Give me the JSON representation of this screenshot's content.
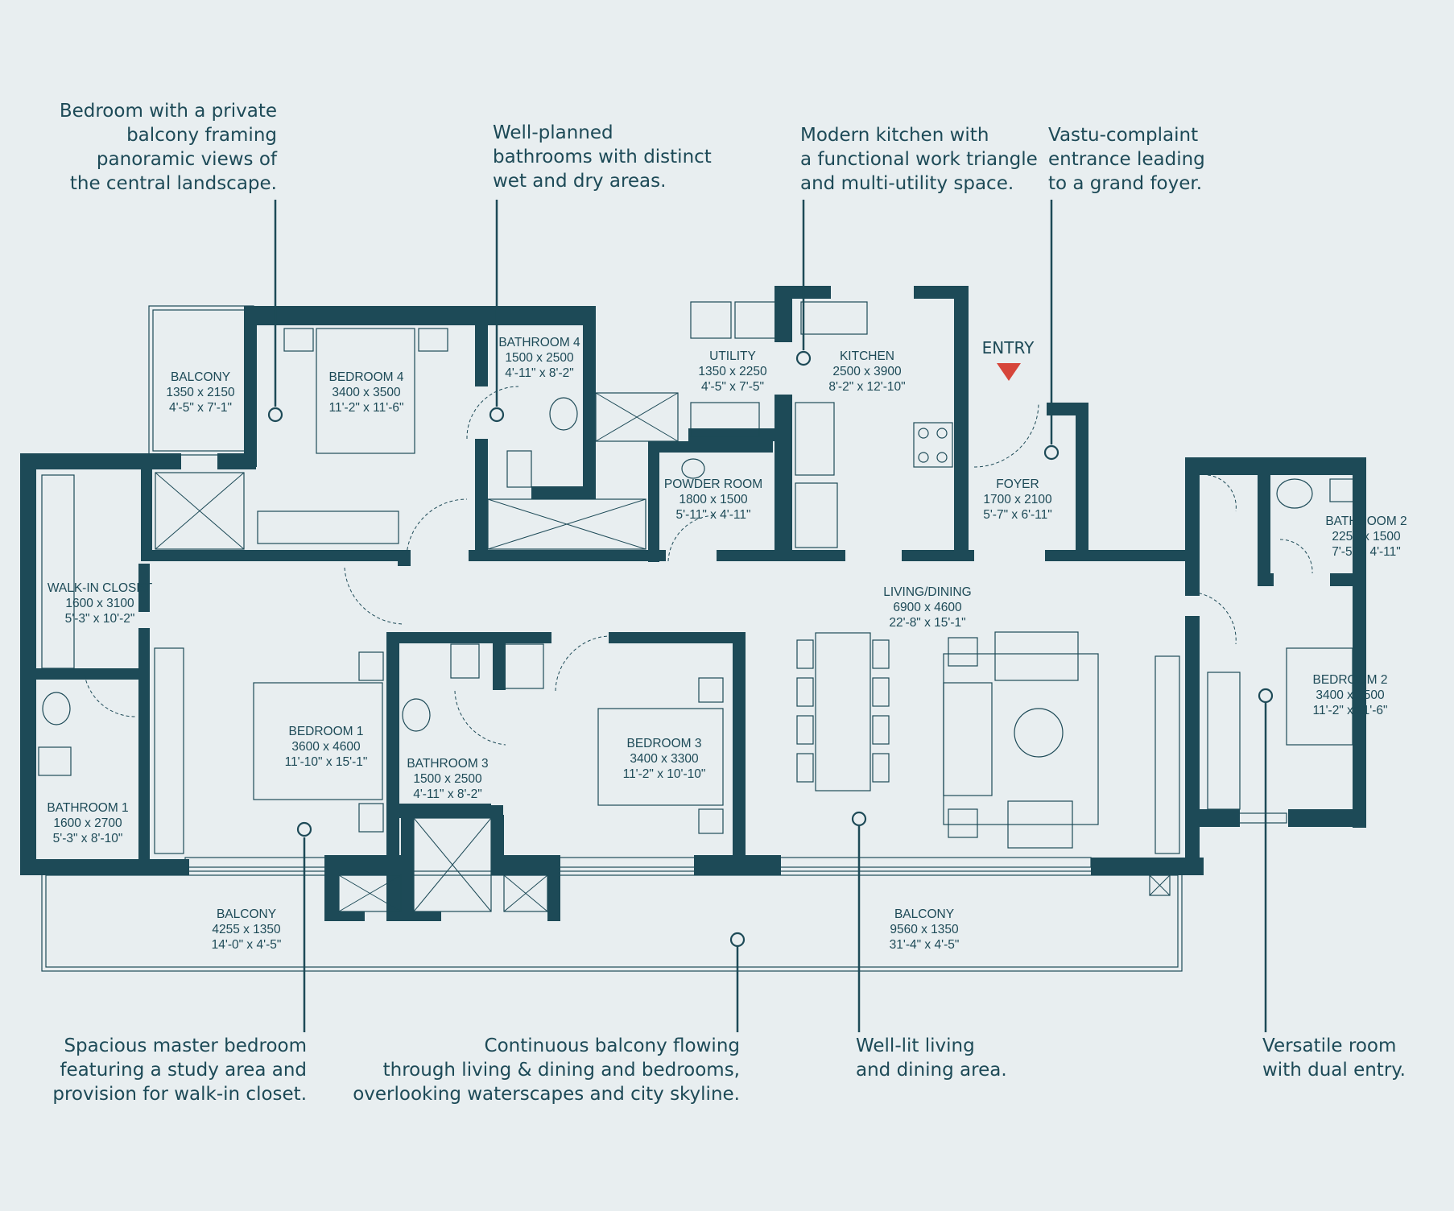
{
  "colors": {
    "background": "#e8eef0",
    "ink": "#1d4a57",
    "entry_arrow": "#d6453a"
  },
  "entry": {
    "label": "ENTRY",
    "icon": "entry-arrow-icon"
  },
  "rooms": [
    {
      "name": "BALCONY",
      "metric": "1350 x 2150",
      "imperial": "4'-5\" x 7'-1\""
    },
    {
      "name": "BEDROOM 4",
      "metric": "3400 x 3500",
      "imperial": "11'-2\" x 11'-6\""
    },
    {
      "name": "BATHROOM 4",
      "metric": "1500 x 2500",
      "imperial": "4'-11\" x 8'-2\""
    },
    {
      "name": "UTILITY",
      "metric": "1350 x 2250",
      "imperial": "4'-5\" x 7'-5\""
    },
    {
      "name": "KITCHEN",
      "metric": "2500 x 3900",
      "imperial": "8'-2\" x 12'-10\""
    },
    {
      "name": "POWDER ROOM",
      "metric": "1800 x 1500",
      "imperial": "5'-11\" x 4'-11\""
    },
    {
      "name": "FOYER",
      "metric": "1700 x 2100",
      "imperial": "5'-7\" x 6'-11\""
    },
    {
      "name": "WALK-IN CLOSET",
      "metric": "1600 x 3100",
      "imperial": "5'-3\" x 10'-2\""
    },
    {
      "name": "BATHROOM 2",
      "metric": "2250 x 1500",
      "imperial": "7'-5\" x 4'-11\""
    },
    {
      "name": "LIVING/DINING",
      "metric": "6900 x 4600",
      "imperial": "22'-8\" x 15'-1\""
    },
    {
      "name": "BEDROOM 1",
      "metric": "3600 x 4600",
      "imperial": "11'-10\" x 15'-1\""
    },
    {
      "name": "BEDROOM 3",
      "metric": "3400 x 3300",
      "imperial": "11'-2\" x 10'-10\""
    },
    {
      "name": "BATHROOM 3",
      "metric": "1500 x 2500",
      "imperial": "4'-11\" x 8'-2\""
    },
    {
      "name": "BEDROOM 2",
      "metric": "3400 x 3500",
      "imperial": "11'-2\" x 11'-6\""
    },
    {
      "name": "BATHROOM 1",
      "metric": "1600 x 2700",
      "imperial": "5'-3\" x 8'-10\""
    },
    {
      "name": "BALCONY",
      "metric": "4255 x 1350",
      "imperial": "14'-0\" x 4'-5\""
    },
    {
      "name": "BALCONY",
      "metric": "9560 x 1350",
      "imperial": "31'-4\" x 4'-5\""
    }
  ],
  "annotations": [
    {
      "text": "Bedroom with a private\nbalcony framing\npanoramic views of\nthe central landscape."
    },
    {
      "text": "Well-planned\nbathrooms with distinct\nwet and dry areas."
    },
    {
      "text": "Modern kitchen with\na functional work triangle\nand multi-utility space."
    },
    {
      "text": "Vastu-complaint\nentrance leading\nto a grand foyer."
    },
    {
      "text": "Spacious master bedroom\nfeaturing a study area and\nprovision for walk-in closet."
    },
    {
      "text": "Continuous balcony flowing\nthrough living & dining and bedrooms,\noverlooking waterscapes and city skyline."
    },
    {
      "text": "Well-lit living\nand dining area."
    },
    {
      "text": "Versatile room\nwith dual entry."
    }
  ]
}
